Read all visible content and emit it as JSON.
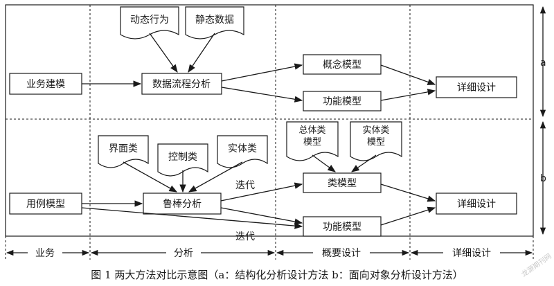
{
  "diagram": {
    "sections": {
      "a": "a",
      "b": "b"
    },
    "top": {
      "docs": [
        "动态行为",
        "静态数据"
      ],
      "left_box": "业务建模",
      "center_box": "数据流程分析",
      "upper_right": "概念模型",
      "lower_right": "功能模型",
      "final": "详细设计"
    },
    "bottom": {
      "docs": [
        "界面类",
        "控制类",
        "实体类"
      ],
      "right_docs": [
        "总体类\n模型",
        "实体类\n模型"
      ],
      "left_box": "用例模型",
      "center_box": "鲁棒分析",
      "upper_right": "类模型",
      "lower_right": "功能模型",
      "final": "详细设计",
      "iter_label_upper": "迭代",
      "iter_label_lower": "迭代"
    },
    "phases": [
      "业务",
      "分析",
      "概要设计",
      "详细设计"
    ],
    "caption": "图 1   两大方法对比示意图（a：结构化分析设计方法 b：面向对象分析设计方法）",
    "watermark": "龙源期刊网"
  }
}
